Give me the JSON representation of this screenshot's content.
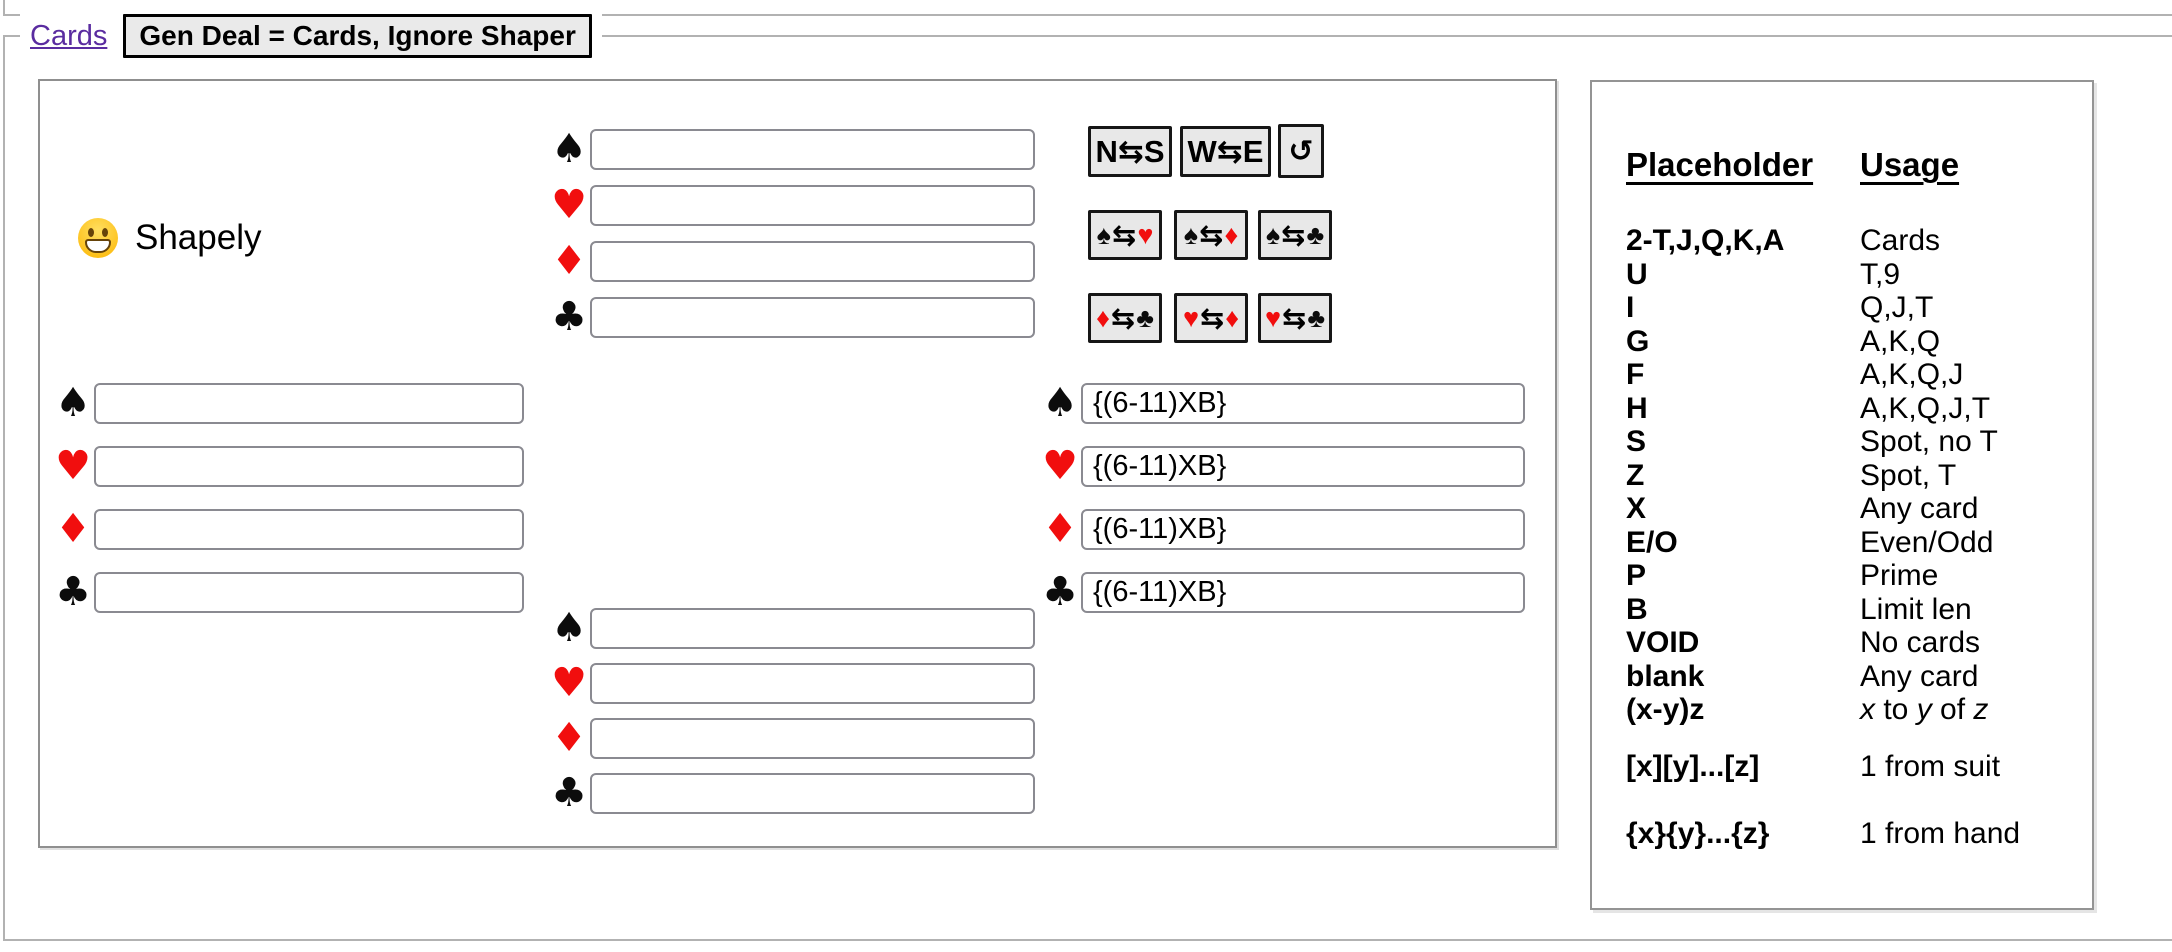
{
  "colors": {
    "suit_red": "#f10e0e",
    "suit_black": "#0c0c0c",
    "link_purple": "#5a2ca0"
  },
  "header": {
    "cards_link": "Cards",
    "mode_button": "Gen Deal = Cards, Ignore Shaper"
  },
  "deal": {
    "shapely": {
      "icon": "grinning-face",
      "label": "Shapely"
    },
    "suits": {
      "spade": {
        "name": "spade",
        "glyph": "♠"
      },
      "heart": {
        "name": "heart",
        "glyph": "♥"
      },
      "diamond": {
        "name": "diamond",
        "glyph": "♦"
      },
      "club": {
        "name": "club",
        "glyph": "♣"
      }
    },
    "hands": {
      "north": {
        "spade": "",
        "heart": "",
        "diamond": "",
        "club": ""
      },
      "west": {
        "spade": "",
        "heart": "",
        "diamond": "",
        "club": ""
      },
      "east": {
        "spade": "{(6-11)XB}",
        "heart": "{(6-11)XB}",
        "diamond": "{(6-11)XB}",
        "club": "{(6-11)XB}"
      },
      "south": {
        "spade": "",
        "heart": "",
        "diamond": "",
        "club": ""
      }
    },
    "buttons": {
      "swap_ns": "N⇆S",
      "swap_we": "W⇆E",
      "rotate": "↺",
      "suit_swaps": [
        {
          "left": "♠",
          "left_suit": "spade",
          "arrow": "⇆",
          "right": "♥",
          "right_suit": "heart"
        },
        {
          "left": "♠",
          "left_suit": "spade",
          "arrow": "⇆",
          "right": "♦",
          "right_suit": "diamond"
        },
        {
          "left": "♠",
          "left_suit": "spade",
          "arrow": "⇆",
          "right": "♣",
          "right_suit": "club"
        },
        {
          "left": "♦",
          "left_suit": "diamond",
          "arrow": "⇆",
          "right": "♣",
          "right_suit": "club"
        },
        {
          "left": "♥",
          "left_suit": "heart",
          "arrow": "⇆",
          "right": "♦",
          "right_suit": "diamond"
        },
        {
          "left": "♥",
          "left_suit": "heart",
          "arrow": "⇆",
          "right": "♣",
          "right_suit": "club"
        }
      ]
    }
  },
  "panel": {
    "header": {
      "placeholder": "Placeholder",
      "usage": "Usage"
    },
    "rows": [
      {
        "ph": "2-T,J,Q,K,A",
        "usage": "Cards"
      },
      {
        "ph": "U",
        "usage": "T,9"
      },
      {
        "ph": "I",
        "usage": "Q,J,T"
      },
      {
        "ph": "G",
        "usage": "A,K,Q"
      },
      {
        "ph": "F",
        "usage": "A,K,Q,J"
      },
      {
        "ph": "H",
        "usage": "A,K,Q,J,T"
      },
      {
        "ph": "S",
        "usage": "Spot, no T"
      },
      {
        "ph": "Z",
        "usage": "Spot, T"
      },
      {
        "ph": "X",
        "usage": "Any card"
      },
      {
        "ph": "E/O",
        "usage": "Even/Odd"
      },
      {
        "ph": "P",
        "usage": "Prime"
      },
      {
        "ph": "B",
        "usage": "Limit len"
      },
      {
        "ph": "VOID",
        "usage": "No cards"
      },
      {
        "ph": "blank",
        "usage": "Any card"
      }
    ],
    "xyz_row": {
      "ph": "(x-y)z",
      "x": "x",
      "to": " to ",
      "y": "y",
      "of": " of ",
      "z": "z"
    },
    "suit_row": {
      "ph": "[x][y]...[z]",
      "usage": "1 from suit"
    },
    "hand_row": {
      "ph": "{x}{y}...{z}",
      "usage": "1 from hand"
    }
  }
}
